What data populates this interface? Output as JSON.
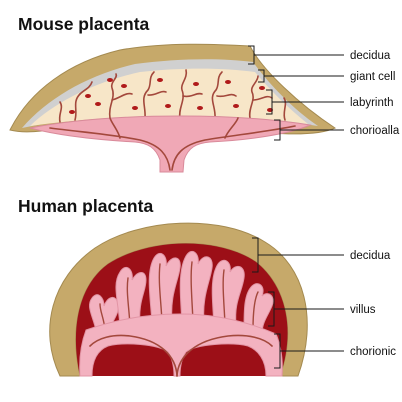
{
  "mouse": {
    "title": "Mouse placenta",
    "labels": {
      "decidua": "decidua",
      "giant_cell": "giant cell",
      "labyrinth": "labyrinth",
      "chorioalla": "chorioalla"
    }
  },
  "human": {
    "title": "Human placenta",
    "labels": {
      "decidua": "decidua",
      "villus": "villus",
      "chorionic": "chorionic"
    }
  },
  "colors": {
    "decidua": "#c6a96a",
    "giant_cell_layer": "#d0d0d0",
    "labyrinth": "#f7e6c8",
    "chorion": "#f0a8b6",
    "blood_space": "#9c0f17",
    "vessel": "#a3483c",
    "villus_pink": "#f3b2c0"
  }
}
